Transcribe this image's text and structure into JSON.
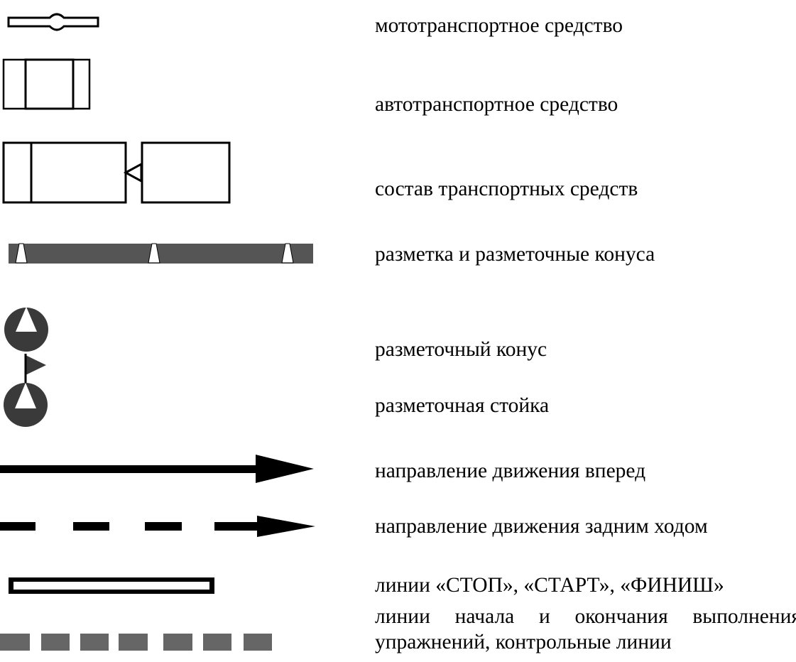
{
  "legend": {
    "items": [
      {
        "id": "moto",
        "icon": "motorcycle-icon",
        "label": "мототранспортное средство"
      },
      {
        "id": "auto",
        "icon": "car-icon",
        "label": "автотранспортное средство"
      },
      {
        "id": "train",
        "icon": "vehicle-combination-icon",
        "label": "состав транспортных средств"
      },
      {
        "id": "marking-cones",
        "icon": "marking-strip-with-cones-icon",
        "label": "разметка и разметочные конуса"
      },
      {
        "id": "cone",
        "icon": "marking-cone-icon",
        "label": "разметочный конус"
      },
      {
        "id": "post",
        "icon": "marking-post-icon",
        "label": "разметочная стойка"
      },
      {
        "id": "forward",
        "icon": "forward-arrow-icon",
        "label": "направление движения вперед"
      },
      {
        "id": "reverse",
        "icon": "reverse-arrow-icon",
        "label": "направление движения задним ходом"
      },
      {
        "id": "stop-lines",
        "icon": "stop-start-finish-line-icon",
        "label": "линии «СТОП», «СТАРТ», «ФИНИШ»"
      },
      {
        "id": "control-lines",
        "icon": "control-line-icon",
        "label": "линии начала и окончания выполнения упражнений, контрольные линии"
      }
    ]
  },
  "colors": {
    "ink": "#000000",
    "marking_gray": "#555555",
    "control_gray": "#666666"
  }
}
